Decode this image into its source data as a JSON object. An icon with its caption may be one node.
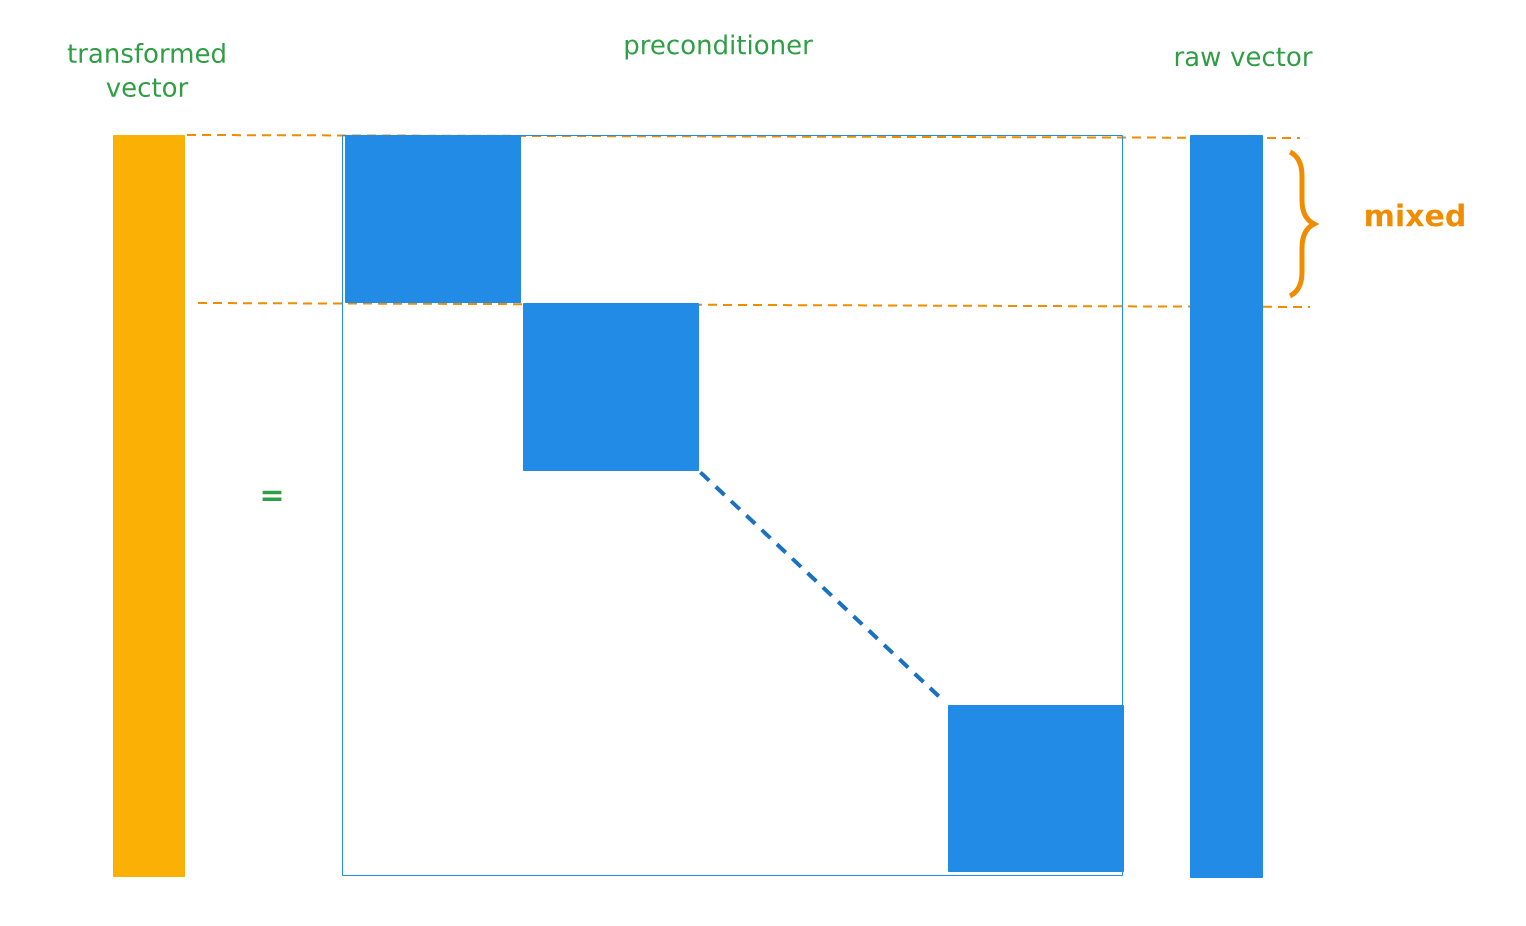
{
  "diagram": {
    "nodes": [
      {
        "text": [
          "transformed vector"
        ]
      },
      {
        "text": [
          "preconditioner"
        ]
      },
      {
        "text": [],
        "shape": "box",
        "in": 1
      },
      {
        "text": [],
        "shape": "box",
        "in": 1
      },
      {
        "text": [],
        "shape": "box",
        "in": 1
      },
      {
        "text": [
          "raw vector"
        ]
      }
    ],
    "edges": [
      {
        "from": 3,
        "to": 4,
        "arrow": "none",
        "style": "dashed"
      }
    ],
    "labels": [
      "=",
      "mixed"
    ]
  }
}
